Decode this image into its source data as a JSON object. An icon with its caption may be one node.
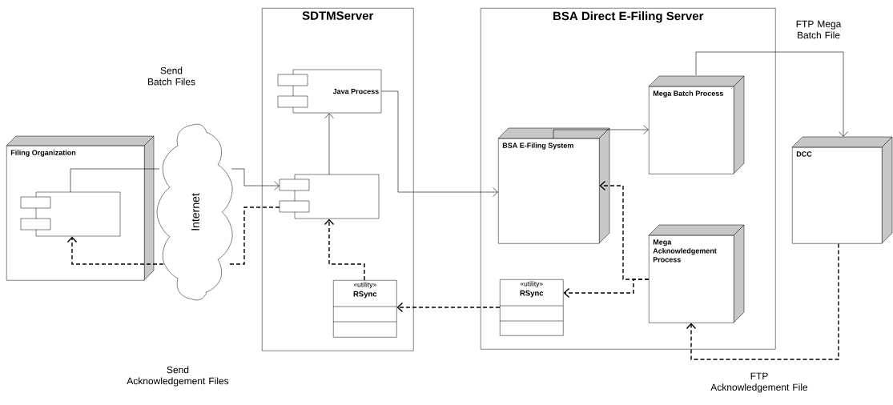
{
  "diagram": {
    "nodes": [
      {
        "text": [
          "Filing Organization"
        ]
      },
      {
        "text": [],
        "shape": "component",
        "in": 0
      },
      {
        "text": [
          "Internet"
        ]
      },
      {
        "text": [
          "SDTMServer"
        ]
      },
      {
        "text": [
          "Java Process"
        ],
        "in": 3
      },
      {
        "text": [],
        "shape": "component",
        "in": 3
      },
      {
        "text": [
          "«utility»",
          "RSync"
        ],
        "in": 3
      },
      {
        "text": [
          "BSA Direct E-Filing Server"
        ]
      },
      {
        "text": [
          "BSA E-Filing System"
        ],
        "in": 7
      },
      {
        "text": [
          "Mega Batch Process"
        ],
        "in": 7
      },
      {
        "text": [
          "Mega Acknowledgement Process"
        ],
        "in": 7
      },
      {
        "text": [
          "«utility»",
          "RSync"
        ],
        "in": 7
      },
      {
        "text": [
          "DCC"
        ]
      }
    ],
    "edges": [
      {
        "from": 1,
        "to": 2,
        "arrow": "none"
      },
      {
        "from": 2,
        "to": 5,
        "arrow": "to"
      },
      {
        "from": 5,
        "to": 2,
        "arrow": "none",
        "style": "dashed"
      },
      {
        "from": 2,
        "to": 1,
        "arrow": "to",
        "style": "dashed"
      },
      {
        "from": 5,
        "to": 4,
        "arrow": "to"
      },
      {
        "from": 4,
        "to": 8,
        "arrow": "to"
      },
      {
        "from": 6,
        "to": 5,
        "arrow": "to",
        "style": "dashed"
      },
      {
        "from": 11,
        "to": 6,
        "arrow": "to",
        "style": "dashed"
      },
      {
        "from": 10,
        "to": 11,
        "arrow": "to",
        "style": "dashed"
      },
      {
        "from": 10,
        "to": 8,
        "arrow": "to",
        "style": "dashed"
      },
      {
        "from": 8,
        "to": 9,
        "arrow": "to"
      },
      {
        "from": 9,
        "to": 12,
        "arrow": "to",
        "label": "FTP Mega Batch File"
      },
      {
        "from": 12,
        "to": 10,
        "arrow": "to",
        "style": "dashed",
        "label": "FTP Acknowledgement File"
      }
    ],
    "labels": [
      "Send Batch Files",
      "Send Acknowledgement Files"
    ]
  }
}
